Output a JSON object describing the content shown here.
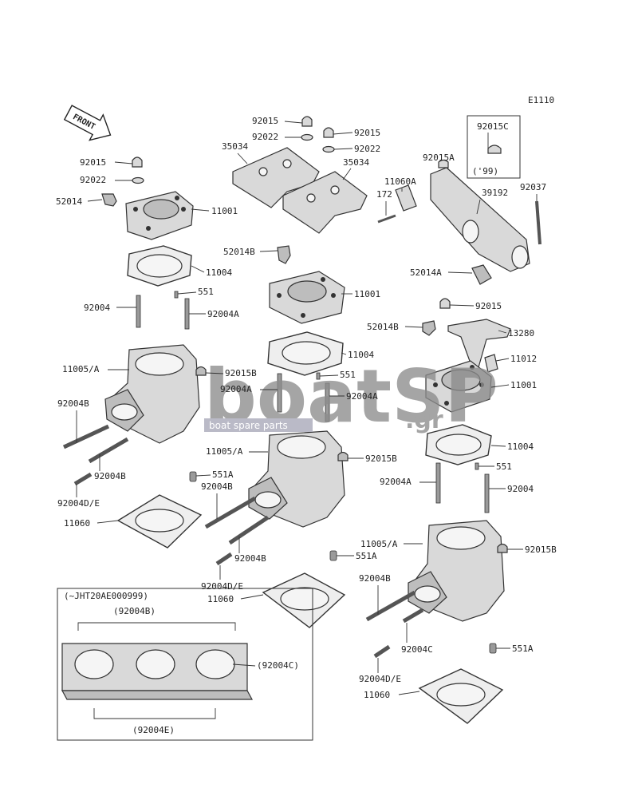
{
  "diagram_code": "E1110",
  "front_label": "FRONT",
  "watermark": {
    "brand": "boatSP",
    "suffix": ".gr",
    "tagline": "boat spare parts"
  },
  "inset": {
    "title": "(~JHT20AE000999)",
    "label_top": "(92004B)",
    "label_side": "(92004C)",
    "label_bottom": "(92004E)"
  },
  "part_labels": [
    "92015",
    "92022",
    "52014",
    "11001",
    "11004",
    "92004",
    "551",
    "92004A",
    "11005/A",
    "92015B",
    "92004B",
    "92004B",
    "92004D/E",
    "11060",
    "92015",
    "92015",
    "92022",
    "92022",
    "35034",
    "35034",
    "11060A",
    "172",
    "52014B",
    "11001",
    "11004",
    "92004A",
    "551",
    "92004A",
    "11005/A",
    "92015B",
    "551A",
    "92004B",
    "92004B",
    "92004D/E",
    "11060",
    "551A",
    "92015C",
    "('99)",
    "92015A",
    "39192",
    "92037",
    "52014A",
    "92015",
    "52014B",
    "13280",
    "11012",
    "11001",
    "11004",
    "551",
    "92004A",
    "92004",
    "11005/A",
    "92015B",
    "92004B",
    "92004C",
    "551A",
    "92004D/E",
    "11060"
  ]
}
